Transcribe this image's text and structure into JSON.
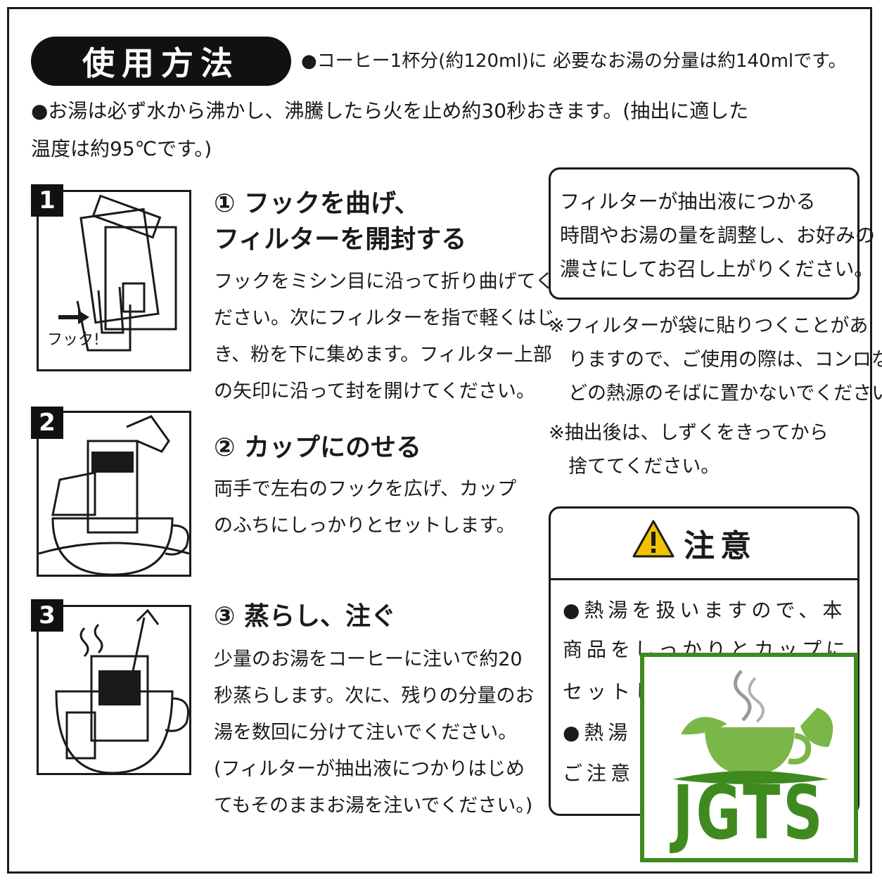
{
  "header": {
    "title": "使用方法",
    "note1": "●コーヒー1杯分(約120ml)に 必要なお湯の分量は約140mlです。",
    "note2_line1": "●お湯は必ず水から沸かし、沸騰したら火を止め約30秒おきます。(抽出に適した",
    "note2_line2": "温度は約95℃です。)"
  },
  "steps": [
    {
      "number": "1",
      "illustration_label": "フック!",
      "heading_line1": "① フックを曲げ、",
      "heading_line2": "フィルターを開封する",
      "body": [
        "フックをミシン目に沿って折り曲げてく",
        "ださい。次にフィルターを指で軽くはじ",
        "き、粉を下に集めます。フィルター上部",
        "の矢印に沿って封を開けてください。"
      ]
    },
    {
      "number": "2",
      "heading_line1": "② カップにのせる",
      "body": [
        "両手で左右のフックを広げ、カップ",
        "のふちにしっかりとセットします。"
      ]
    },
    {
      "number": "3",
      "heading_line1": "③ 蒸らし、注ぐ",
      "body": [
        "少量のお湯をコーヒーに注いで約20",
        "秒蒸らします。次に、残りの分量のお",
        "湯を数回に分けて注いでください。",
        "(フィルターが抽出液につかりはじめ",
        "てもそのままお湯を注いでください。)"
      ]
    }
  ],
  "tip_box": [
    "フィルターが抽出液につかる",
    "時間やお湯の量を調整し、お好みの",
    "濃さにしてお召し上がりください。"
  ],
  "notes": [
    "※フィルターが袋に貼りつくことがあ",
    "りますので、ご使用の際は、コンロな",
    "どの熱源のそばに置かないでください。",
    "※抽出後は、しずくをきってから",
    "捨ててください。"
  ],
  "caution": {
    "title": "注意",
    "lines": [
      "●熱湯を扱いますので、本",
      "商品をしっかりとカップに",
      "セットし",
      "●熱湯",
      "ご注意"
    ]
  },
  "logo": {
    "text": "JGTS",
    "color": "#3f8a1e",
    "accent": "#7ab648"
  }
}
